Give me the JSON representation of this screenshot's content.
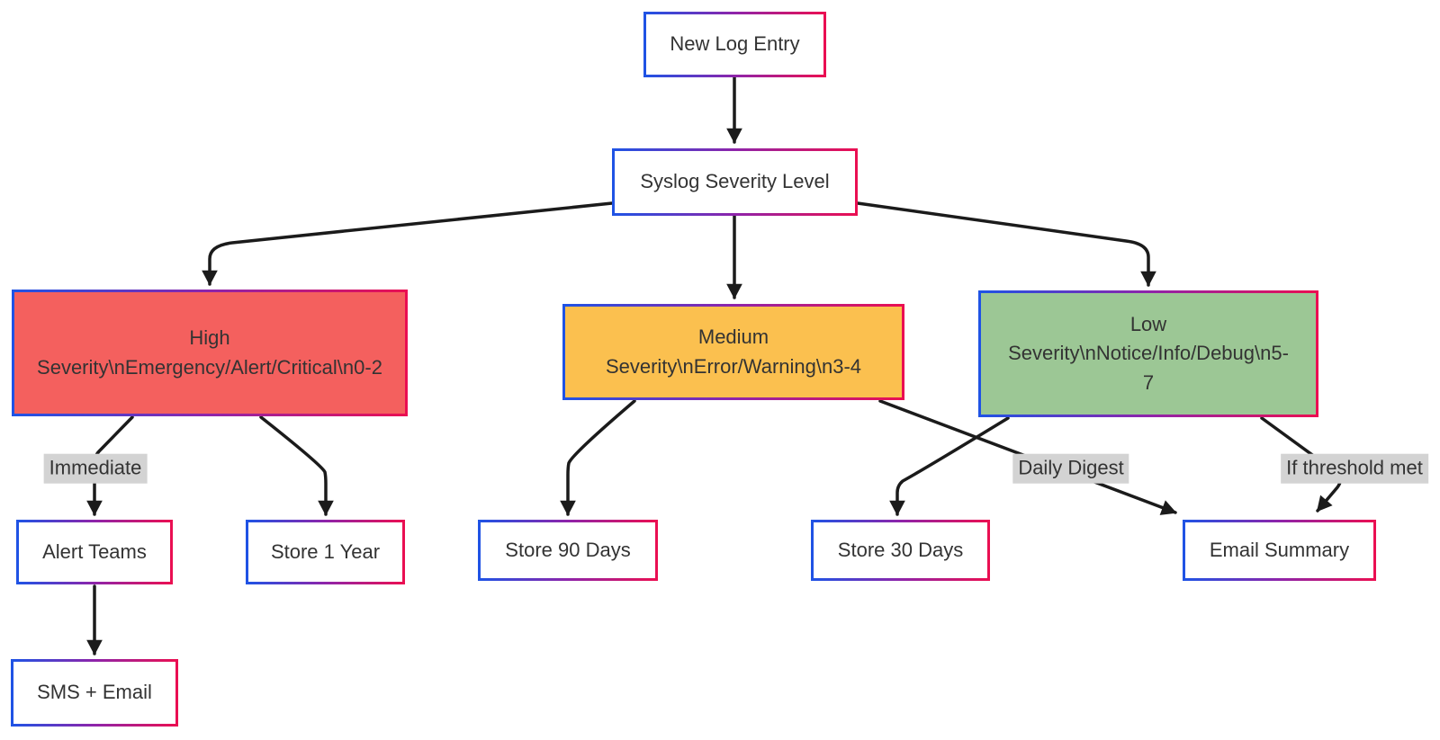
{
  "diagram": {
    "type": "flowchart",
    "direction": "top-down"
  },
  "colors": {
    "line": "#1b1b1b",
    "text": "#333333",
    "node_fill": "#ffffff",
    "border_start": "#1f53e5",
    "border_mid": "#8e24aa",
    "border_end": "#ea0f52",
    "high": "#f4605e",
    "medium": "#fbc04f",
    "low": "#9cc795",
    "label_bg": "#d3d3d3"
  },
  "nodes": {
    "new_log_entry": {
      "label": "New Log Entry"
    },
    "syslog_severity_level": {
      "label": "Syslog Severity Level"
    },
    "high_severity": {
      "label": "High Severity\\nEmergency/Alert/Critical\\n0-2"
    },
    "medium_severity": {
      "label": "Medium Severity\\nError/Warning\\n3-4"
    },
    "low_severity": {
      "label": "Low Severity\\nNotice/Info/Debug\\n5-7"
    },
    "alert_teams": {
      "label": "Alert Teams"
    },
    "store_1_year": {
      "label": "Store 1 Year"
    },
    "store_90_days": {
      "label": "Store 90 Days"
    },
    "store_30_days": {
      "label": "Store 30 Days"
    },
    "email_summary": {
      "label": "Email Summary"
    },
    "sms_email": {
      "label": "SMS + Email"
    }
  },
  "edge_labels": {
    "immediate": "Immediate",
    "daily_digest": "Daily Digest",
    "if_threshold_met": "If threshold met"
  },
  "edges": [
    {
      "from": "new_log_entry",
      "to": "syslog_severity_level",
      "label": ""
    },
    {
      "from": "syslog_severity_level",
      "to": "high_severity",
      "label": ""
    },
    {
      "from": "syslog_severity_level",
      "to": "medium_severity",
      "label": ""
    },
    {
      "from": "syslog_severity_level",
      "to": "low_severity",
      "label": ""
    },
    {
      "from": "high_severity",
      "to": "alert_teams",
      "label": "Immediate"
    },
    {
      "from": "high_severity",
      "to": "store_1_year",
      "label": ""
    },
    {
      "from": "medium_severity",
      "to": "store_90_days",
      "label": ""
    },
    {
      "from": "medium_severity",
      "to": "email_summary",
      "label": "Daily Digest"
    },
    {
      "from": "low_severity",
      "to": "store_30_days",
      "label": ""
    },
    {
      "from": "low_severity",
      "to": "email_summary",
      "label": "If threshold met"
    },
    {
      "from": "alert_teams",
      "to": "sms_email",
      "label": ""
    }
  ]
}
